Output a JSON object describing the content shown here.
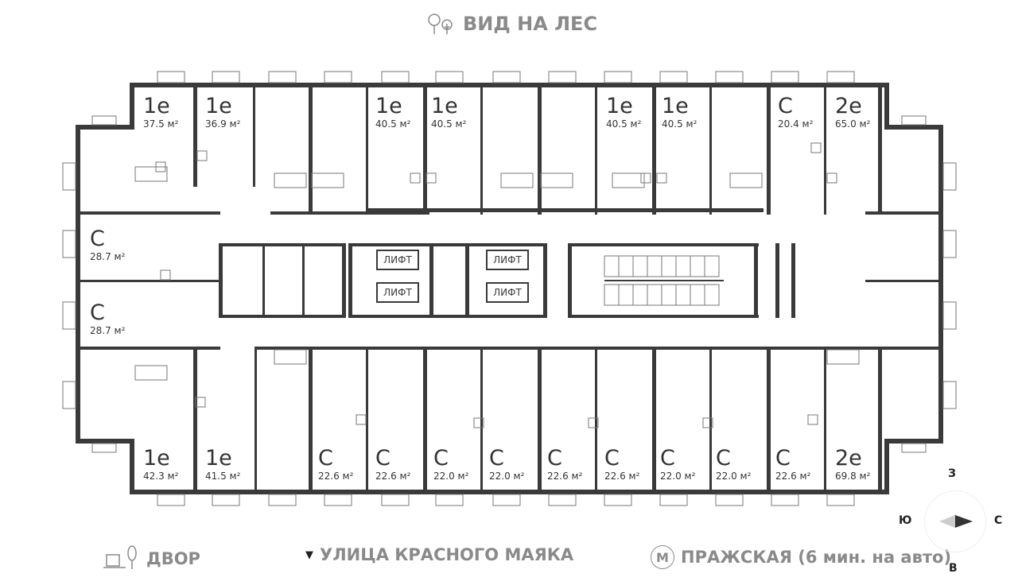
{
  "header": {
    "title": "ВИД НА ЛЕС",
    "icon": "trees-icon"
  },
  "apartments_top": [
    {
      "type": "1е",
      "area": "37.5 м²"
    },
    {
      "type": "1е",
      "area": "36.9 м²"
    },
    {
      "type": "1е",
      "area": "40.5 м²"
    },
    {
      "type": "1е",
      "area": "40.5 м²"
    },
    {
      "type": "1е",
      "area": "40.5 м²"
    },
    {
      "type": "1е",
      "area": "40.5 м²"
    },
    {
      "type": "С",
      "area": "20.4 м²"
    },
    {
      "type": "2е",
      "area": "65.0 м²"
    }
  ],
  "apartments_middle": [
    {
      "type": "С",
      "area": "28.7 м²"
    },
    {
      "type": "С",
      "area": "28.7 м²"
    }
  ],
  "apartments_bottom": [
    {
      "type": "1е",
      "area": "42.3 м²"
    },
    {
      "type": "1е",
      "area": "41.5 м²"
    },
    {
      "type": "С",
      "area": "22.6 м²"
    },
    {
      "type": "С",
      "area": "22.6 м²"
    },
    {
      "type": "С",
      "area": "22.0 м²"
    },
    {
      "type": "С",
      "area": "22.0 м²"
    },
    {
      "type": "С",
      "area": "22.6 м²"
    },
    {
      "type": "С",
      "area": "22.6 м²"
    },
    {
      "type": "С",
      "area": "22.0 м²"
    },
    {
      "type": "С",
      "area": "22.0 м²"
    },
    {
      "type": "С",
      "area": "22.6 м²"
    },
    {
      "type": "2е",
      "area": "69.8 м²"
    }
  ],
  "lift_label": "ЛИФТ",
  "legend": {
    "yard": "ДВОР",
    "street": "УЛИЦА КРАСНОГО МАЯКА",
    "metro_letter": "М",
    "metro": "ПРАЖСКАЯ (6 мин. на авто)"
  },
  "compass": {
    "north": "С",
    "south": "Ю",
    "east": "В",
    "west": "З"
  },
  "colors": {
    "wall": "#3a3a3a",
    "legend_text": "#8a8a8a"
  }
}
